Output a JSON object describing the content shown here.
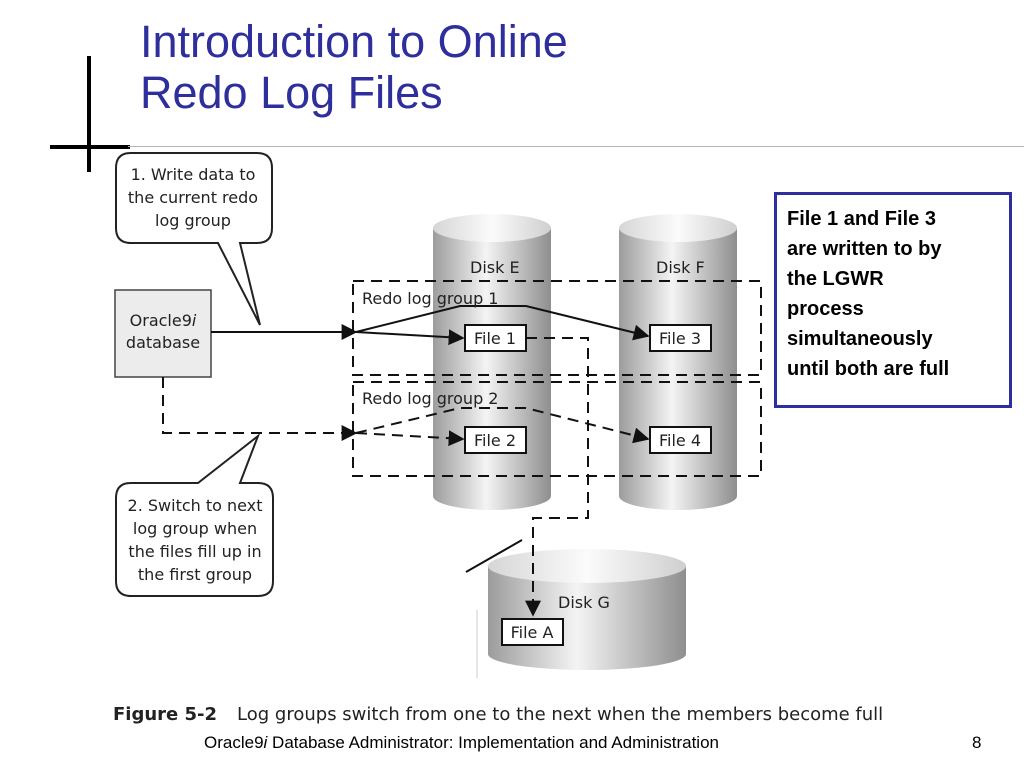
{
  "slide": {
    "title_lines": [
      "Introduction to Online",
      "Redo Log Files"
    ],
    "page_number": "8"
  },
  "footer": {
    "product": "Oracle9",
    "product_suffix": "i",
    "text": " Database Administrator: Implementation and Administration"
  },
  "callout": {
    "lines": [
      "File 1 and File 3",
      "are written to by",
      "the LGWR",
      "process",
      "simultaneously",
      "until both are full"
    ]
  },
  "figure": {
    "label": "Figure 5-2",
    "caption": "Log groups switch from one to the next when the members become full",
    "bubble_top": [
      "1. Write data to",
      "the current redo",
      "log group"
    ],
    "bubble_bottom": [
      "2. Switch to next",
      "log group when",
      "the files fill up in",
      "the first group"
    ],
    "database": {
      "line1": "Oracle9",
      "line1_suffix": "i",
      "line2": "database"
    },
    "disks": {
      "e": "Disk E",
      "f": "Disk F",
      "g": "Disk G"
    },
    "groups": {
      "g1": "Redo log group 1",
      "g2": "Redo log group 2"
    },
    "files": {
      "f1": "File 1",
      "f2": "File 2",
      "f3": "File 3",
      "f4": "File 4",
      "fa": "File A"
    }
  },
  "colors": {
    "title": "#2e2e9c",
    "callout_border": "#2e2e9c"
  }
}
